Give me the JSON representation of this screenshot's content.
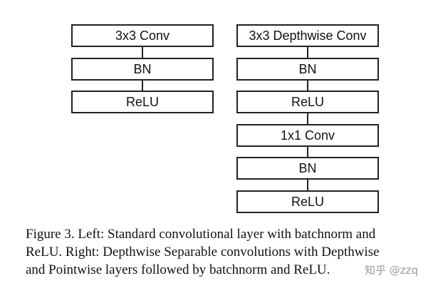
{
  "diagram": {
    "left_column": {
      "blocks": [
        "3x3 Conv",
        "BN",
        "ReLU"
      ]
    },
    "right_column": {
      "blocks": [
        "3x3 Depthwise Conv",
        "BN",
        "ReLU",
        "1x1 Conv",
        "BN",
        "ReLU"
      ]
    }
  },
  "caption": {
    "lines": [
      "Figure 3. Left: Standard convolutional layer with batchnorm and",
      "ReLU. Right: Depthwise Separable convolutions with Depthwise",
      "and Pointwise layers followed by batchnorm and ReLU."
    ]
  },
  "watermark": {
    "text": "知乎 @zzq"
  }
}
